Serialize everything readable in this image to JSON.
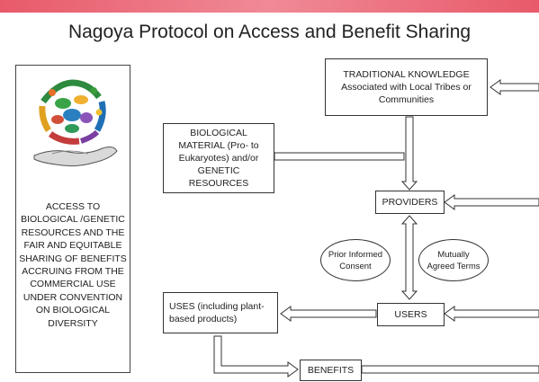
{
  "diagram": {
    "title": "Nagoya Protocol on Access and Benefit Sharing",
    "left_panel": {
      "text": "ACCESS TO BIOLOGICAL /GENETIC RESOURCES AND THE FAIR AND EQUITABLE SHARING OF BENEFITS ACCRUING FROM THE COMMERCIAL USE UNDER CONVENTION ON BIOLOGICAL DIVERSITY"
    },
    "nodes": {
      "traditional_knowledge": "TRADITIONAL KNOWLEDGE Associated with Local Tribes or Communities",
      "biological_material": "BIOLOGICAL MATERIAL (Pro- to Eukaryotes) and/or GENETIC RESOURCES",
      "providers": "PROVIDERS",
      "prior_informed_consent": "Prior Informed Consent",
      "mutually_agreed_terms": "Mutually Agreed Terms",
      "uses": "USES (including plant-based products)",
      "users": "USERS",
      "benefits": "BENEFITS"
    },
    "colors": {
      "top_band": "#e85a6a",
      "border": "#333333"
    }
  }
}
